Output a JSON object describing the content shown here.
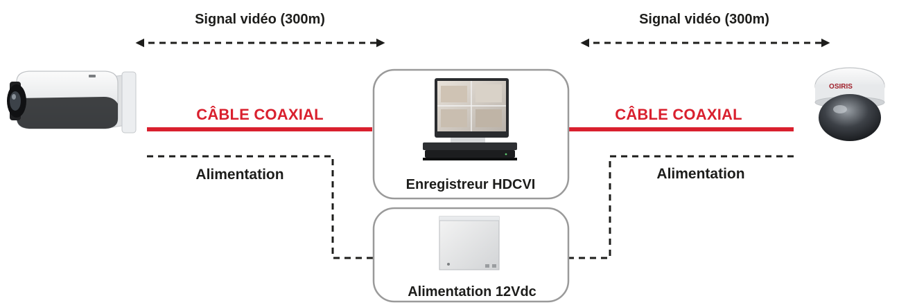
{
  "labels": {
    "signal_left": "Signal vidéo (300m)",
    "signal_right": "Signal vidéo (300m)",
    "cable_left": "CÂBLE COAXIAL",
    "cable_right": "CÂBLE COAXIAL",
    "power_left": "Alimentation",
    "power_right": "Alimentation",
    "recorder": "Enregistreur HDCVI",
    "power_supply": "Alimentation 12Vdc",
    "dome_brand": "OSIRIS"
  },
  "colors": {
    "coax_line": "#d9202e",
    "coax_text": "#d9202e",
    "dashed_line": "#1d1d1b",
    "box_border": "#9a9a9a"
  },
  "icons": {
    "left_device": "bullet-camera-icon",
    "right_device": "dome-camera-icon",
    "recorder": "monitor-with-dvr-icon",
    "power_supply": "power-supply-box-icon"
  }
}
